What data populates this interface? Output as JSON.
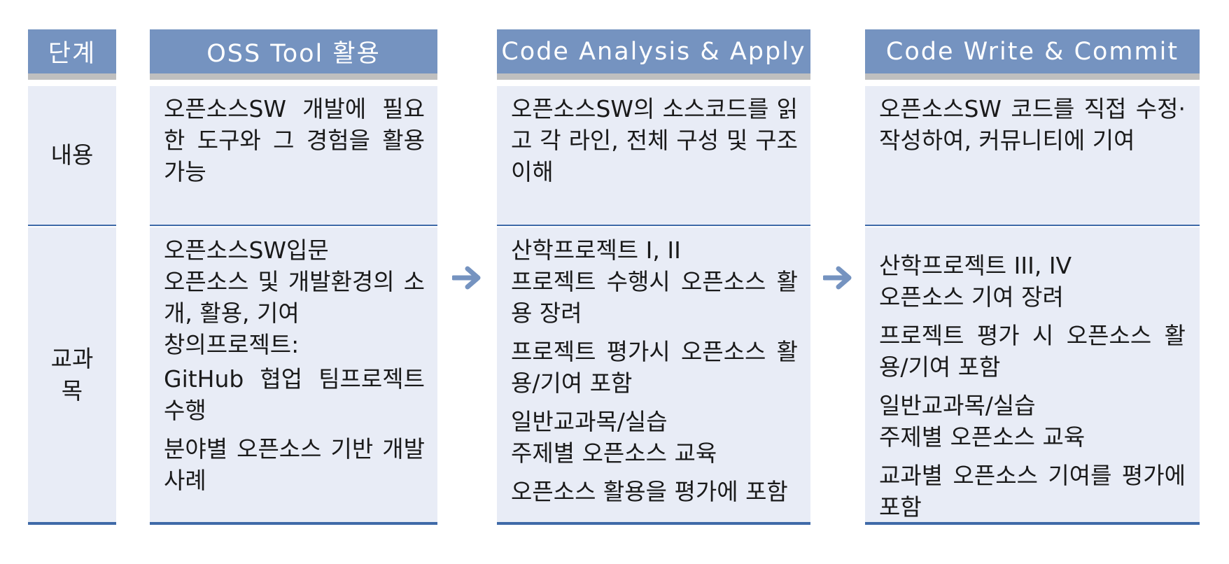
{
  "headers": {
    "stage": "단계",
    "col1": "OSS Tool 활용",
    "col2": "Code Analysis & Apply",
    "col3": "Code Write & Commit"
  },
  "row_labels": {
    "content": "내용",
    "courses_line1": "교과",
    "courses_line2": "목"
  },
  "content": {
    "col1": "오픈소스SW 개발에 필요한 도구와 그 경험을 활용 가능",
    "col2": "오픈소스SW의 소스코드를 읽고 각 라인, 전체 구성 및 구조 이해",
    "col3": "오픈소스SW 코드를 직접 수정· 작성하여, 커뮤니티에 기여"
  },
  "courses": {
    "col1": [
      "오픈소스SW입문",
      "오픈소스 및 개발환경의 소개, 활용, 기여",
      "창의프로젝트:",
      "GitHub 협업 팀프로젝트 수행",
      "분야별 오픈소스 기반 개발 사례"
    ],
    "col2": [
      "산학프로젝트 I, II",
      "프로젝트 수행시 오픈소스 활용 장려",
      "프로젝트 평가시 오픈소스 활용/기여 포함",
      "일반교과목/실습",
      "주제별 오픈소스 교육",
      "오픈소스 활용을 평가에 포함"
    ],
    "col3": [
      "산학프로젝트 III, IV",
      "오픈소스 기여 장려",
      "프로젝트 평가 시 오픈소스 활용/기여 포함",
      "일반교과목/실습",
      "주제별 오픈소스 교육",
      "교과별 오픈소스 기여를 평가에 포함"
    ]
  },
  "colors": {
    "header_bg": "#7593c0",
    "header_text": "#ffffff",
    "cell_bg": "#e8ecf6",
    "rule": "#3f6aa8",
    "arrow": "#7593c0"
  }
}
